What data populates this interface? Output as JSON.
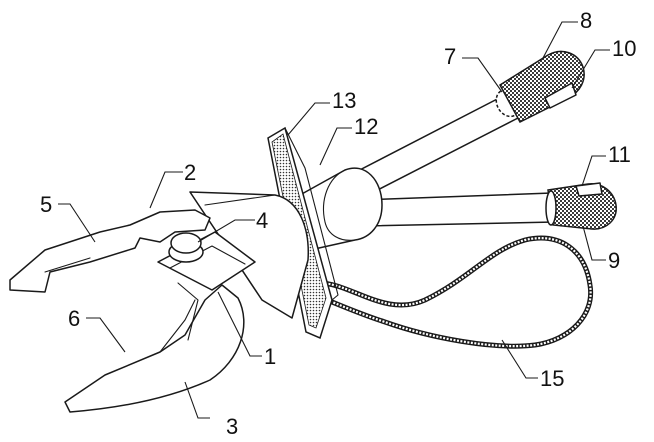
{
  "labels": [
    {
      "id": "1",
      "text": "1"
    },
    {
      "id": "2",
      "text": "2"
    },
    {
      "id": "3",
      "text": "3"
    },
    {
      "id": "4",
      "text": "4"
    },
    {
      "id": "5",
      "text": "5"
    },
    {
      "id": "6",
      "text": "6"
    },
    {
      "id": "7",
      "text": "7"
    },
    {
      "id": "8",
      "text": "8"
    },
    {
      "id": "9",
      "text": "9"
    },
    {
      "id": "10",
      "text": "10"
    },
    {
      "id": "11",
      "text": "11"
    },
    {
      "id": "12",
      "text": "12"
    },
    {
      "id": "13",
      "text": "13"
    },
    {
      "id": "15",
      "text": "15"
    }
  ],
  "colors": {
    "line": "#1a1a1a",
    "knurl": "#3a3a3a",
    "background": "#ffffff"
  }
}
